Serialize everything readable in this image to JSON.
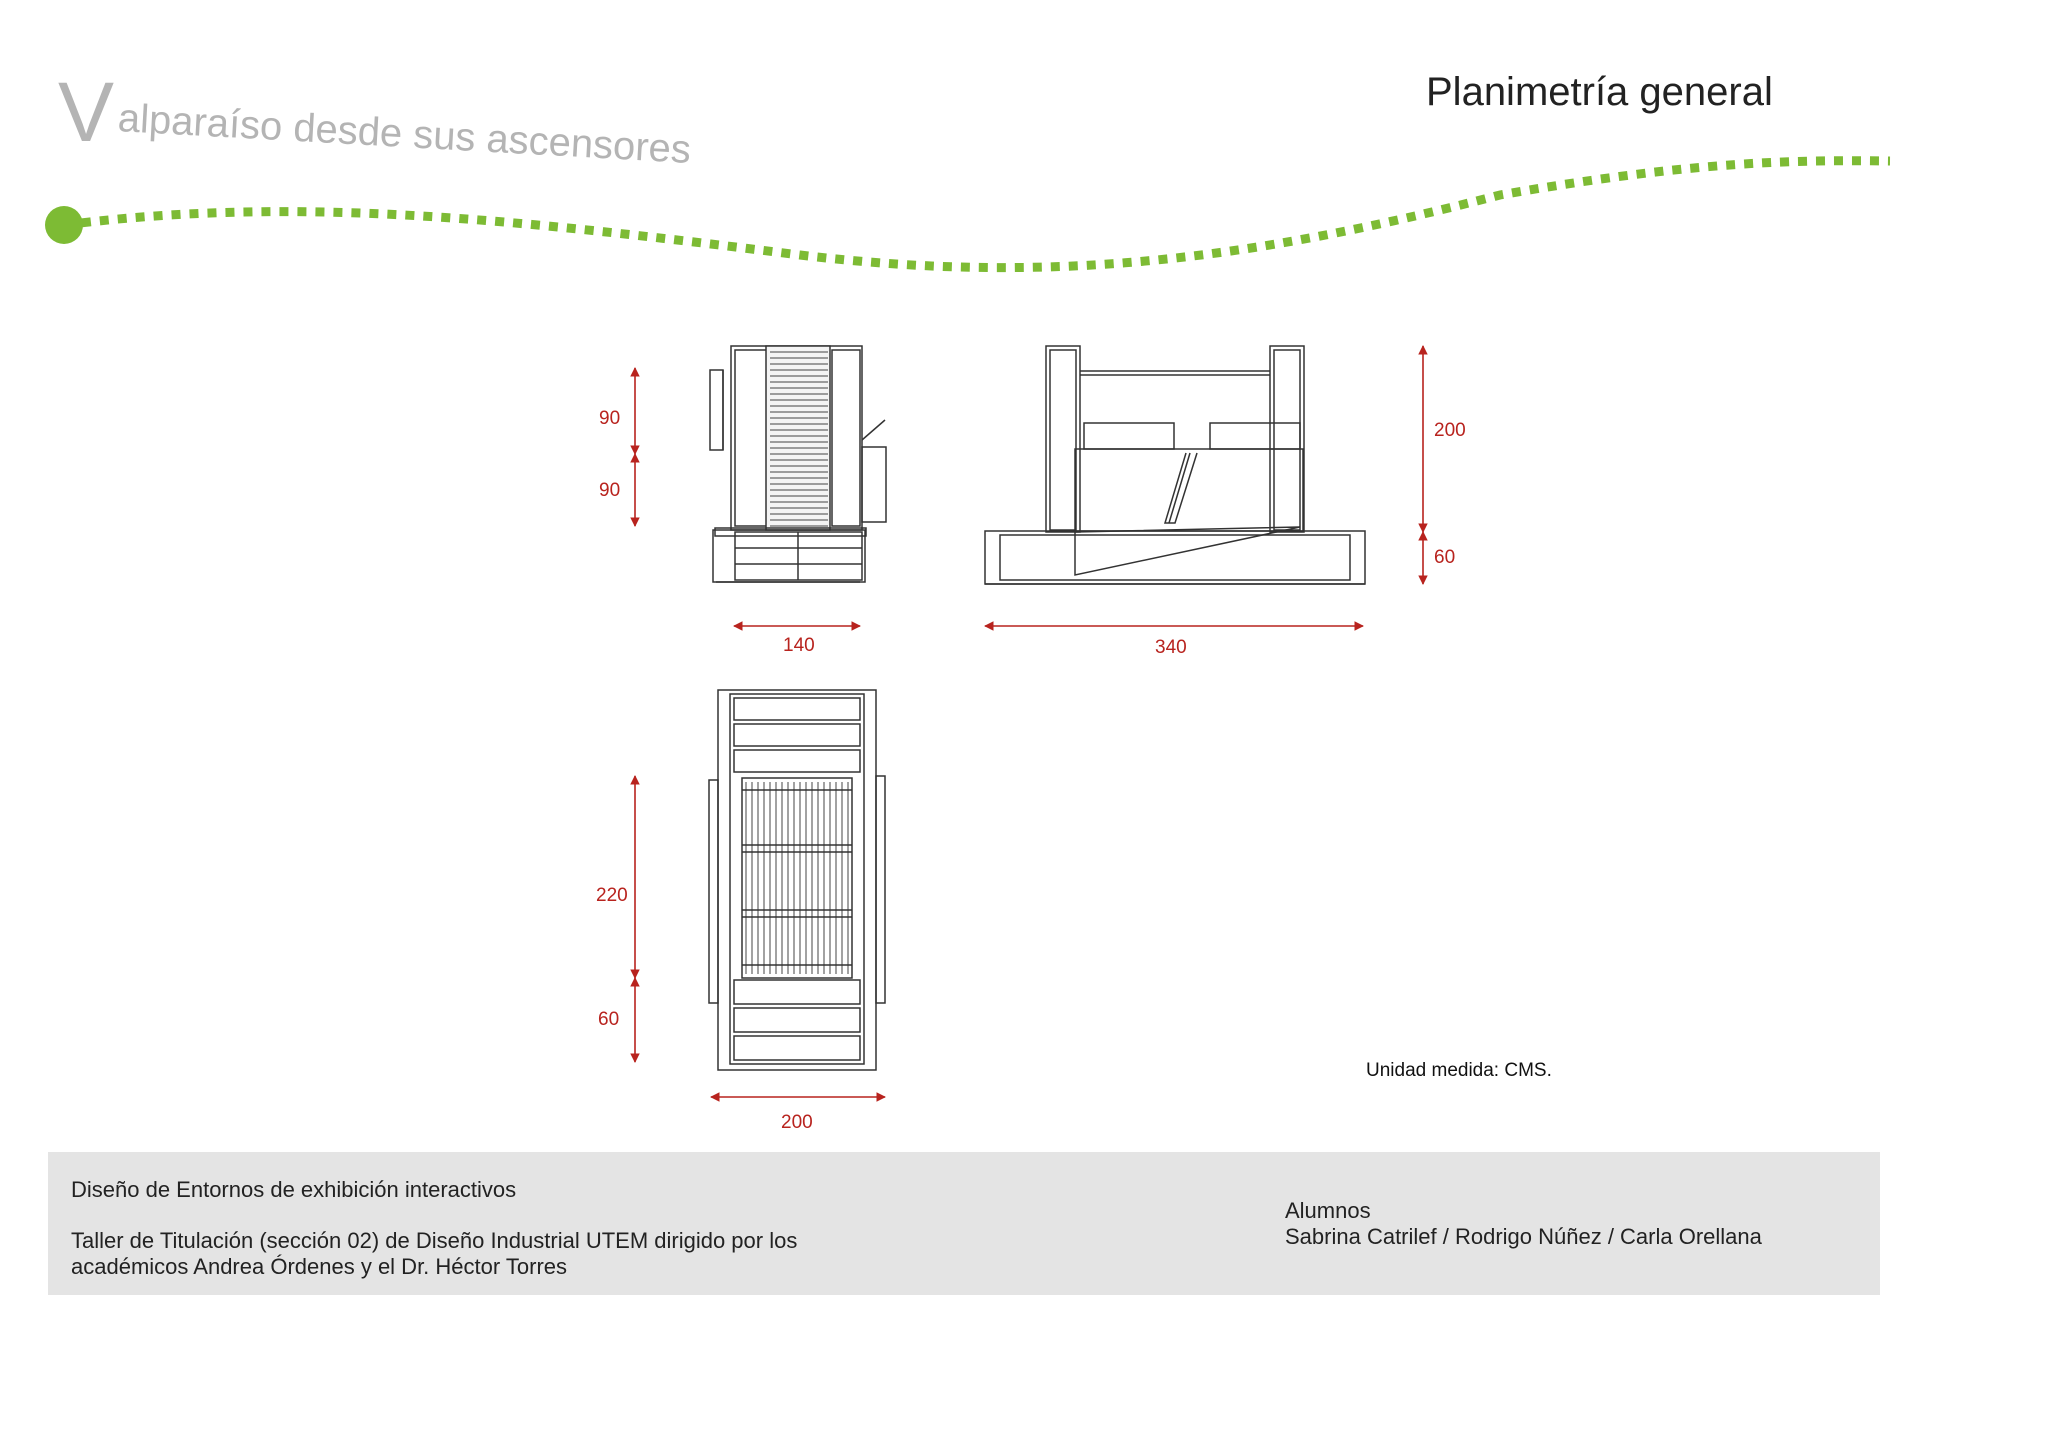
{
  "header": {
    "title_initial": "V",
    "title_rest": "alparaíso desde sus ascensores",
    "page_title": "Planimetría general"
  },
  "colors": {
    "accent_green": "#7dbb34",
    "dimension_red": "#b8231e",
    "footer_bg": "#e4e4e4"
  },
  "dimensions": {
    "front_view": {
      "upper": "90",
      "lower": "90",
      "width": "140"
    },
    "side_view": {
      "upper": "200",
      "lower": "60",
      "width": "340"
    },
    "plan_view": {
      "upper": "220",
      "lower": "60",
      "width": "200"
    }
  },
  "unit_note": "Unidad medida: CMS.",
  "footer": {
    "project": "Diseño de Entornos de exhibición  interactivos",
    "workshop_line1": "Taller de Titulación (sección 02) de Diseño Industrial UTEM dirigido por los",
    "workshop_line2": "académicos Andrea Órdenes y el Dr. Héctor Torres",
    "students_label": "Alumnos",
    "students_names": "Sabrina Catrilef / Rodrigo Núñez / Carla Orellana"
  }
}
